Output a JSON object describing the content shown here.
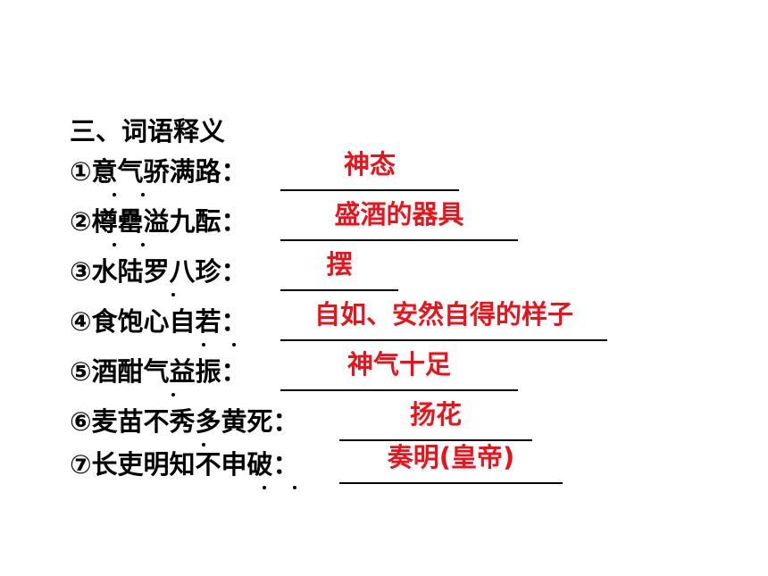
{
  "section": {
    "title": "三、词语释义"
  },
  "items": [
    {
      "question": "①意气骄满路：",
      "answer": "神态"
    },
    {
      "question": "②樽罍溢九酝：",
      "answer": "盛酒的器具"
    },
    {
      "question": "③水陆罗八珍：",
      "answer": "摆"
    },
    {
      "question": "④食饱心自若：",
      "answer": "自如、安然自得的样子"
    },
    {
      "question": "⑤酒酣气益振：",
      "answer": "神气十足"
    },
    {
      "question": "⑥麦苗不秀多黄死：",
      "answer": "扬花"
    },
    {
      "question": "⑦长吏明知不申破：",
      "answer": "奏明(皇帝)"
    }
  ],
  "colors": {
    "answer": "#e8141b",
    "text": "#000000",
    "background": "#ffffff"
  }
}
